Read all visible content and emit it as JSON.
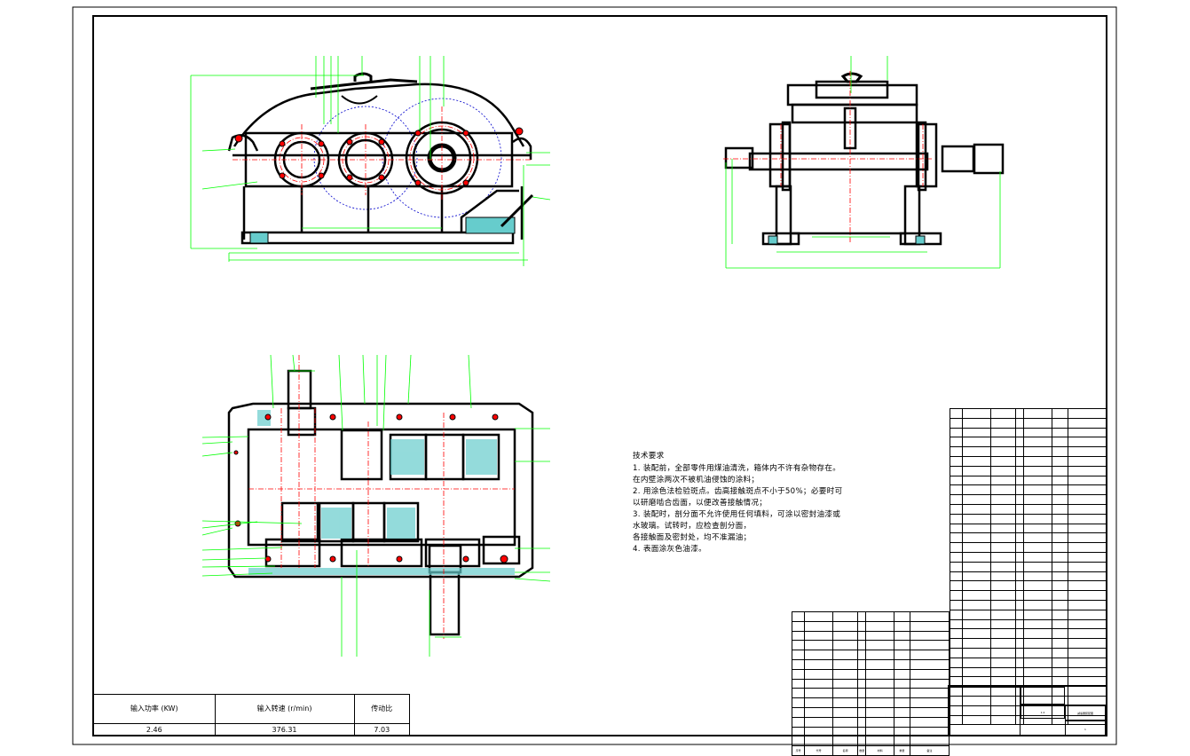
{
  "drawing": {
    "type": "Two-stage gear reducer assembly drawing",
    "views": [
      "front-view",
      "side-view",
      "top-section-view"
    ],
    "colors": {
      "outline": "#000000",
      "dimension": "#00ff00",
      "centerline": "#ff0000",
      "pitch_circle": "#0000cc",
      "hatch": "#66cccc",
      "background": "#ffffff"
    }
  },
  "technical_requirements": {
    "title": "技术要求",
    "lines": [
      "1. 装配前，全部零件用煤油清洗，箱体内不许有杂物存在。",
      "在内壁涂两次不被机油侵蚀的涂料；",
      "2. 用涂色法检验斑点。齿高接触斑点不小于50%；必要时可",
      "以研磨啮合齿面，以便改善接触情况；",
      "3. 装配时，剖分面不允许使用任何填料，可涂以密封油漆或",
      "水玻璃。试转时，应检查剖分面，",
      "各接触面及密封处，均不准漏油；",
      "4. 表面涂灰色油漆。"
    ]
  },
  "parameters_table": {
    "headers": [
      "输入功率 (KW)",
      "输入转速 (r/min)",
      "传动比"
    ],
    "values": [
      "2.46",
      "376.31",
      "7.03"
    ]
  },
  "bom_right": {
    "rows": 33,
    "columns": 7
  },
  "bom_left": {
    "rows": 14,
    "columns": 7
  },
  "bom_header": [
    "序号",
    "代号",
    "名称",
    "数量",
    "材料",
    "重量",
    "备注"
  ],
  "title_block": {
    "drawing_name": "减速器装配图",
    "scale": "1:2",
    "sheet": "1"
  }
}
